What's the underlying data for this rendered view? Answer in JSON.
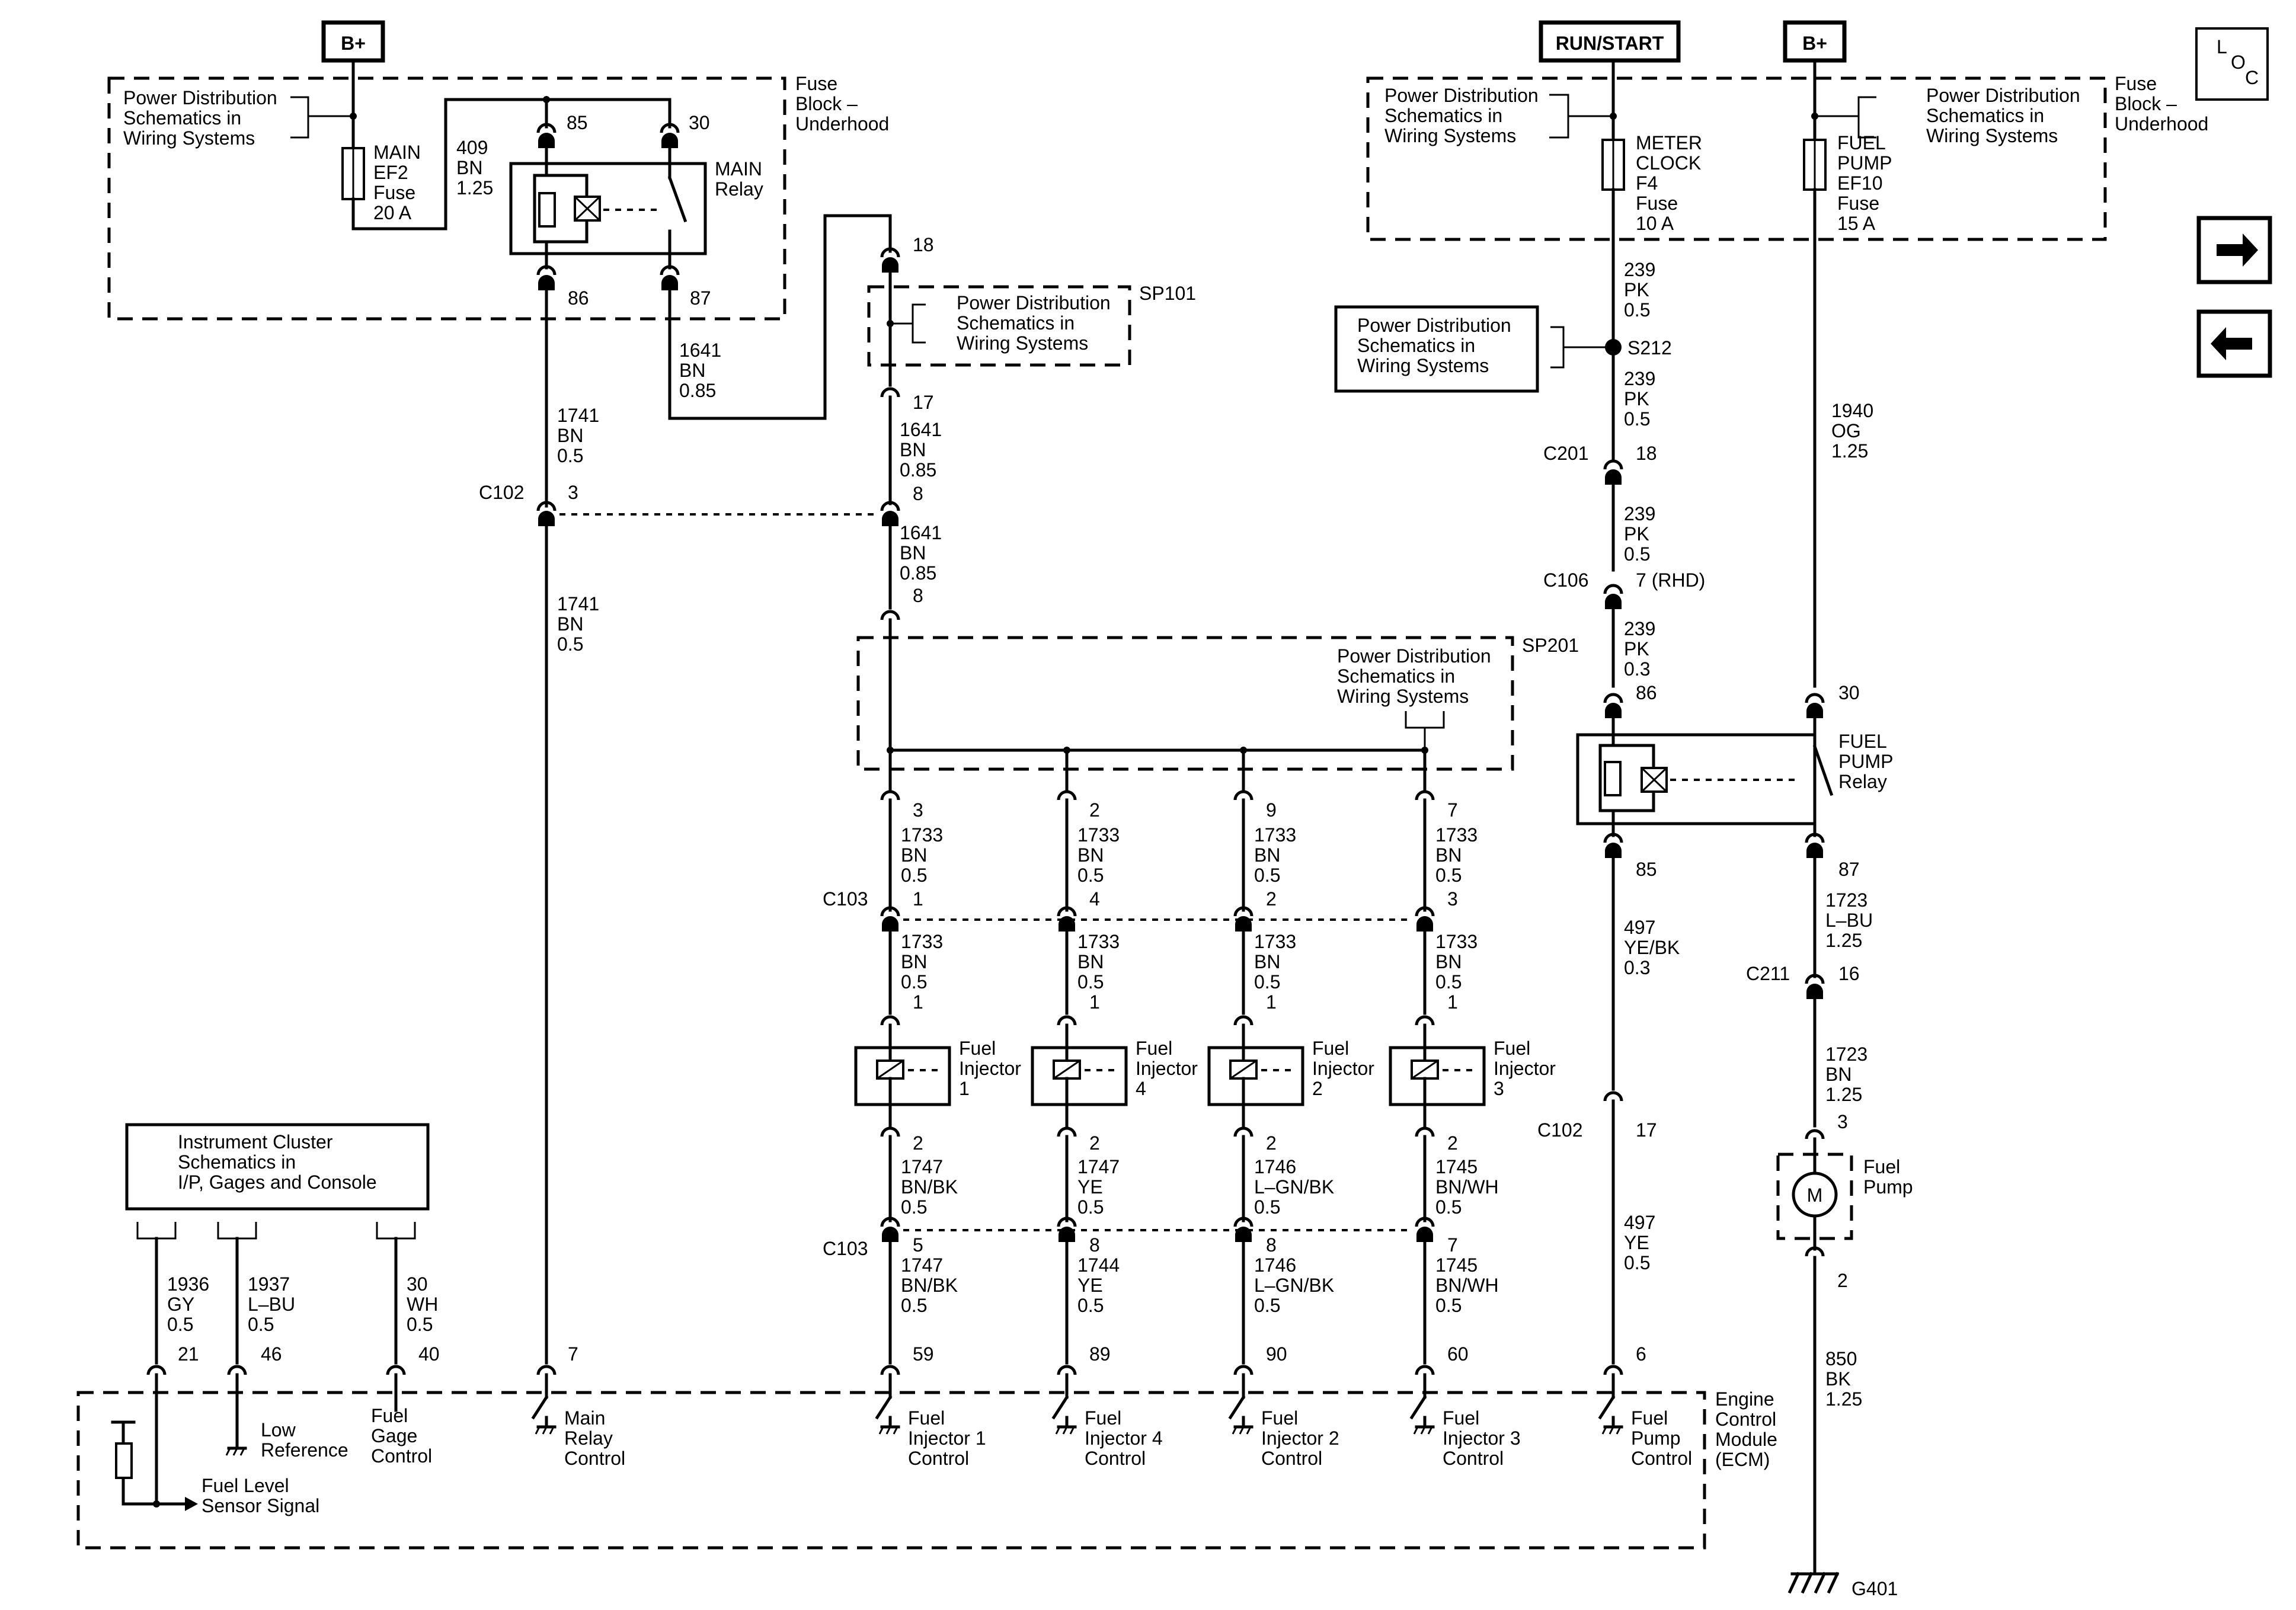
{
  "header": {
    "bplus_left": "B+",
    "run_start": "RUN/START",
    "bplus_right": "B+",
    "loc_l": "L",
    "loc_o": "O",
    "loc_c": "C"
  },
  "pd_ref": [
    "Power Distribution",
    "Schematics in",
    "Wiring Systems"
  ],
  "ic_ref": [
    "Instrument Cluster",
    "Schematics in",
    "I/P, Gages and Console"
  ],
  "fuse_block_left": [
    "Fuse",
    "Block –",
    "Underhood"
  ],
  "fuse_block_right": [
    "Fuse",
    "Block –",
    "Underhood"
  ],
  "main_fuse": [
    "MAIN",
    "EF2",
    "Fuse",
    "20 A"
  ],
  "meter_fuse": [
    "METER",
    "CLOCK",
    "F4",
    "Fuse",
    "10 A"
  ],
  "pump_fuse": [
    "FUEL",
    "PUMP",
    "EF10",
    "Fuse",
    "15 A"
  ],
  "main_relay": [
    "MAIN",
    "Relay"
  ],
  "pump_relay": [
    "FUEL",
    "PUMP",
    "Relay"
  ],
  "splices": {
    "sp101": "SP101",
    "sp201": "SP201",
    "s212": "S212"
  },
  "connectors": {
    "c102": "C102",
    "c103": "C103",
    "c201": "C201",
    "c106": "C106",
    "c211": "C211"
  },
  "pins": {
    "relay_85": "85",
    "relay_30": "30",
    "relay_86": "86",
    "relay_87": "87",
    "sp101_in": "18",
    "sp101_out": "17",
    "c102_main": "3",
    "c102_sp": "8",
    "sp201_in": "8",
    "c201": "18",
    "c106": "7 (RHD)",
    "pump_86": "86",
    "pump_30": "30",
    "pump_85": "85",
    "pump_87": "87",
    "c211": "16",
    "c102_pump": "17",
    "motor_in": "3",
    "motor_out": "2"
  },
  "wires": {
    "w409": [
      "409",
      "BN",
      "1.25"
    ],
    "w1641a": [
      "1641",
      "BN",
      "0.85"
    ],
    "w1641b": [
      "1641",
      "BN",
      "0.85"
    ],
    "w1641c": [
      "1641",
      "BN",
      "0.85"
    ],
    "w1741a": [
      "1741",
      "BN",
      "0.5"
    ],
    "w1741b": [
      "1741",
      "BN",
      "0.5"
    ],
    "w239a": [
      "239",
      "PK",
      "0.5"
    ],
    "w239b": [
      "239",
      "PK",
      "0.5"
    ],
    "w239c": [
      "239",
      "PK",
      "0.5"
    ],
    "w239d": [
      "239",
      "PK",
      "0.3"
    ],
    "w1940": [
      "1940",
      "OG",
      "1.25"
    ],
    "w497a": [
      "497",
      "YE/BK",
      "0.3"
    ],
    "w497b": [
      "497",
      "YE",
      "0.5"
    ],
    "w1723a": [
      "1723",
      "L–BU",
      "1.25"
    ],
    "w1723b": [
      "1723",
      "BN",
      "1.25"
    ],
    "w850": [
      "850",
      "BK",
      "1.25"
    ],
    "w1936": [
      "1936",
      "GY",
      "0.5"
    ],
    "w1937": [
      "1937",
      "L–BU",
      "0.5"
    ],
    "w30": [
      "30",
      "WH",
      "0.5"
    ]
  },
  "injectors": [
    {
      "name": [
        "Fuel",
        "Injector",
        "1"
      ],
      "sp_pin": "3",
      "c103a_pin": "1",
      "feed": [
        "1733",
        "BN",
        "0.5"
      ],
      "feed2": [
        "1733",
        "BN",
        "0.5"
      ],
      "inj_in": "1",
      "inj_out": "2",
      "out1": [
        "1747",
        "BN/BK",
        "0.5"
      ],
      "c103b_pin": "5",
      "out2": [
        "1747",
        "BN/BK",
        "0.5"
      ],
      "ecm_pin": "59",
      "ecm_label": [
        "Fuel",
        "Injector 1",
        "Control"
      ]
    },
    {
      "name": [
        "Fuel",
        "Injector",
        "4"
      ],
      "sp_pin": "2",
      "c103a_pin": "4",
      "feed": [
        "1733",
        "BN",
        "0.5"
      ],
      "feed2": [
        "1733",
        "BN",
        "0.5"
      ],
      "inj_in": "1",
      "inj_out": "2",
      "out1": [
        "1747",
        "YE",
        "0.5"
      ],
      "c103b_pin": "8",
      "out2": [
        "1744",
        "YE",
        "0.5"
      ],
      "ecm_pin": "89",
      "ecm_label": [
        "Fuel",
        "Injector 4",
        "Control"
      ]
    },
    {
      "name": [
        "Fuel",
        "Injector",
        "2"
      ],
      "sp_pin": "9",
      "c103a_pin": "2",
      "feed": [
        "1733",
        "BN",
        "0.5"
      ],
      "feed2": [
        "1733",
        "BN",
        "0.5"
      ],
      "inj_in": "1",
      "inj_out": "2",
      "out1": [
        "1746",
        "L–GN/BK",
        "0.5"
      ],
      "c103b_pin": "8",
      "out2": [
        "1746",
        "L–GN/BK",
        "0.5"
      ],
      "ecm_pin": "90",
      "ecm_label": [
        "Fuel",
        "Injector 2",
        "Control"
      ]
    },
    {
      "name": [
        "Fuel",
        "Injector",
        "3"
      ],
      "sp_pin": "7",
      "c103a_pin": "3",
      "feed": [
        "1733",
        "BN",
        "0.5"
      ],
      "feed2": [
        "1733",
        "BN",
        "0.5"
      ],
      "inj_in": "1",
      "inj_out": "2",
      "out1": [
        "1745",
        "BN/WH",
        "0.5"
      ],
      "c103b_pin": "7",
      "out2": [
        "1745",
        "BN/WH",
        "0.5"
      ],
      "ecm_pin": "60",
      "ecm_label": [
        "Fuel",
        "Injector 3",
        "Control"
      ]
    }
  ],
  "ecm": {
    "name": [
      "Engine",
      "Control",
      "Module",
      "(ECM)"
    ],
    "pins": {
      "level": "21",
      "lowref": "46",
      "gage": "40",
      "main": "7",
      "pump": "6"
    },
    "labels": {
      "level": [
        "Fuel Level",
        "Sensor Signal"
      ],
      "lowref": [
        "Low",
        "Reference"
      ],
      "gage": [
        "Fuel",
        "Gage",
        "Control"
      ],
      "main": [
        "Main",
        "Relay",
        "Control"
      ],
      "pump": [
        "Fuel",
        "Pump",
        "Control"
      ]
    }
  },
  "fuel_pump": {
    "name": [
      "Fuel",
      "Pump"
    ],
    "motor": "M"
  },
  "ground": "G401",
  "icons": [
    "connector-cavity-icon",
    "fuse-icon",
    "relay-coil-icon",
    "fuel-injector-icon",
    "motor-icon",
    "ground-icon",
    "next-page-arrow-icon",
    "previous-page-arrow-icon"
  ]
}
